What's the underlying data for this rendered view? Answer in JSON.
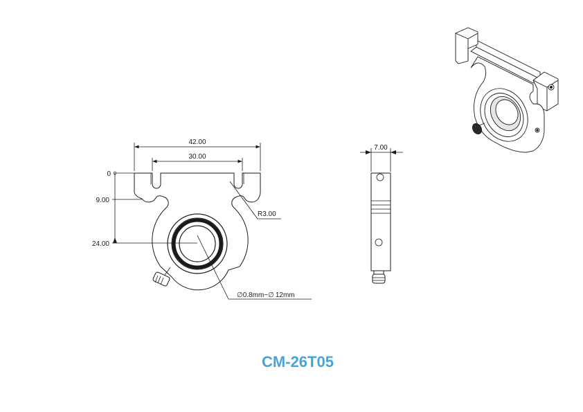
{
  "drawing": {
    "part_number": "CM-26T05",
    "title_color": "#4aa3d8",
    "front_view": {
      "dim_overall_width": "42.00",
      "dim_inner_width": "30.00",
      "dim_origin": "0",
      "dim_slot_depth": "9.00",
      "dim_center_height": "24.00",
      "dim_radius": "R3.00",
      "dim_aperture_prefix": "0.8mm~",
      "dim_aperture_suffix": "12mm",
      "diameter_symbol": "∅"
    },
    "side_view": {
      "dim_thickness": "7.00"
    }
  }
}
